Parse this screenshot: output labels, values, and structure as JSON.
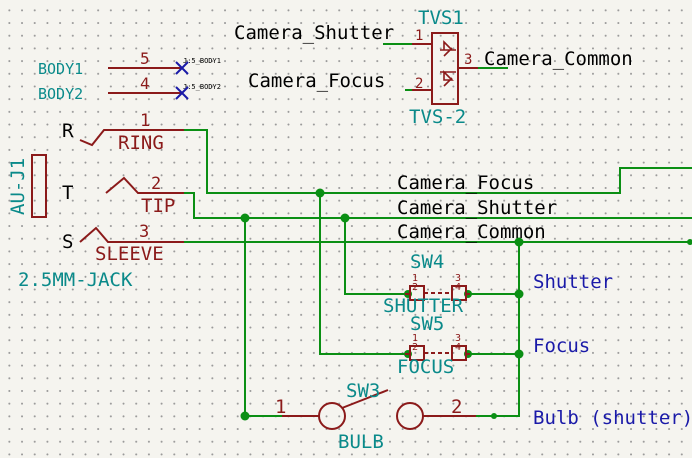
{
  "jack": {
    "ref": "AU-J1",
    "value": "2.5MM-JACK",
    "pins": [
      {
        "letter": "R",
        "number": "1",
        "name": "RING"
      },
      {
        "letter": "T",
        "number": "2",
        "name": "TIP"
      },
      {
        "letter": "S",
        "number": "3",
        "name": "SLEEVE"
      }
    ]
  },
  "body_pins": [
    {
      "label": "BODY1",
      "number": "5",
      "noconnect": "J:5_BODY1"
    },
    {
      "label": "BODY2",
      "number": "4",
      "noconnect": "J:5_BODY2"
    }
  ],
  "tvs": {
    "ref": "TVS1",
    "value": "TVS-2",
    "pin1": "1",
    "pin2": "2",
    "pin3": "3",
    "net1": "Camera_Shutter",
    "net2": "Camera_Focus",
    "net3": "Camera_Common"
  },
  "nets": {
    "focus": "Camera_Focus",
    "shutter": "Camera_Shutter",
    "common": "Camera_Common"
  },
  "switches": [
    {
      "ref": "SW4",
      "value": "SHUTTER",
      "pins": [
        "1",
        "2",
        "3",
        "4"
      ],
      "note": "Shutter"
    },
    {
      "ref": "SW5",
      "value": "FOCUS",
      "pins": [
        "1",
        "2",
        "3",
        "4"
      ],
      "note": "Focus"
    },
    {
      "ref": "SW3",
      "value": "BULB",
      "pins": [
        "1",
        "2"
      ],
      "note": "Bulb (shutter)"
    }
  ],
  "colors": {
    "wire": "#0b8f14",
    "component": "#8b1a1a",
    "reference": "#0a8a8a",
    "annotation": "#1a1aa8",
    "noconnect": "#1a1aa8"
  }
}
